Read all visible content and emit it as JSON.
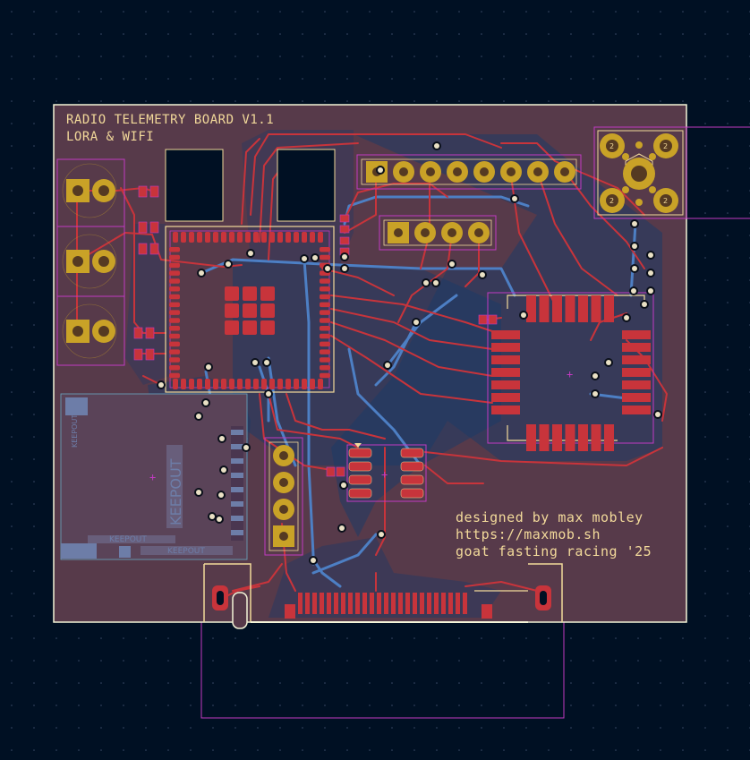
{
  "board": {
    "title_line1": "RADIO TELEMETRY BOARD V1.1",
    "title_line2": "LORA & WIFI",
    "credit_line1": "designed by max mobley",
    "credit_line2": "https://maxmob.sh",
    "credit_line3": "goat fasting racing '25"
  },
  "keepout": {
    "label_vertical": "KEEPOUT",
    "label_small_vertical": "KEEPOUT",
    "label_bottom_1": "KEEPOUT",
    "label_bottom_2": "KEEPOUT"
  },
  "connectors": {
    "hex_pad_label": "2"
  },
  "colors": {
    "background": "#001023",
    "board_fill": "#573a4a",
    "front_copper": "#c8343b",
    "back_copper": "#4d7fc4",
    "back_copper_zone": "#1e3a66",
    "pad": "#c9a227",
    "silkscreen": "#f2d99a",
    "courtyard": "#c23ac2",
    "edge_cuts": "#f4f4d8"
  }
}
